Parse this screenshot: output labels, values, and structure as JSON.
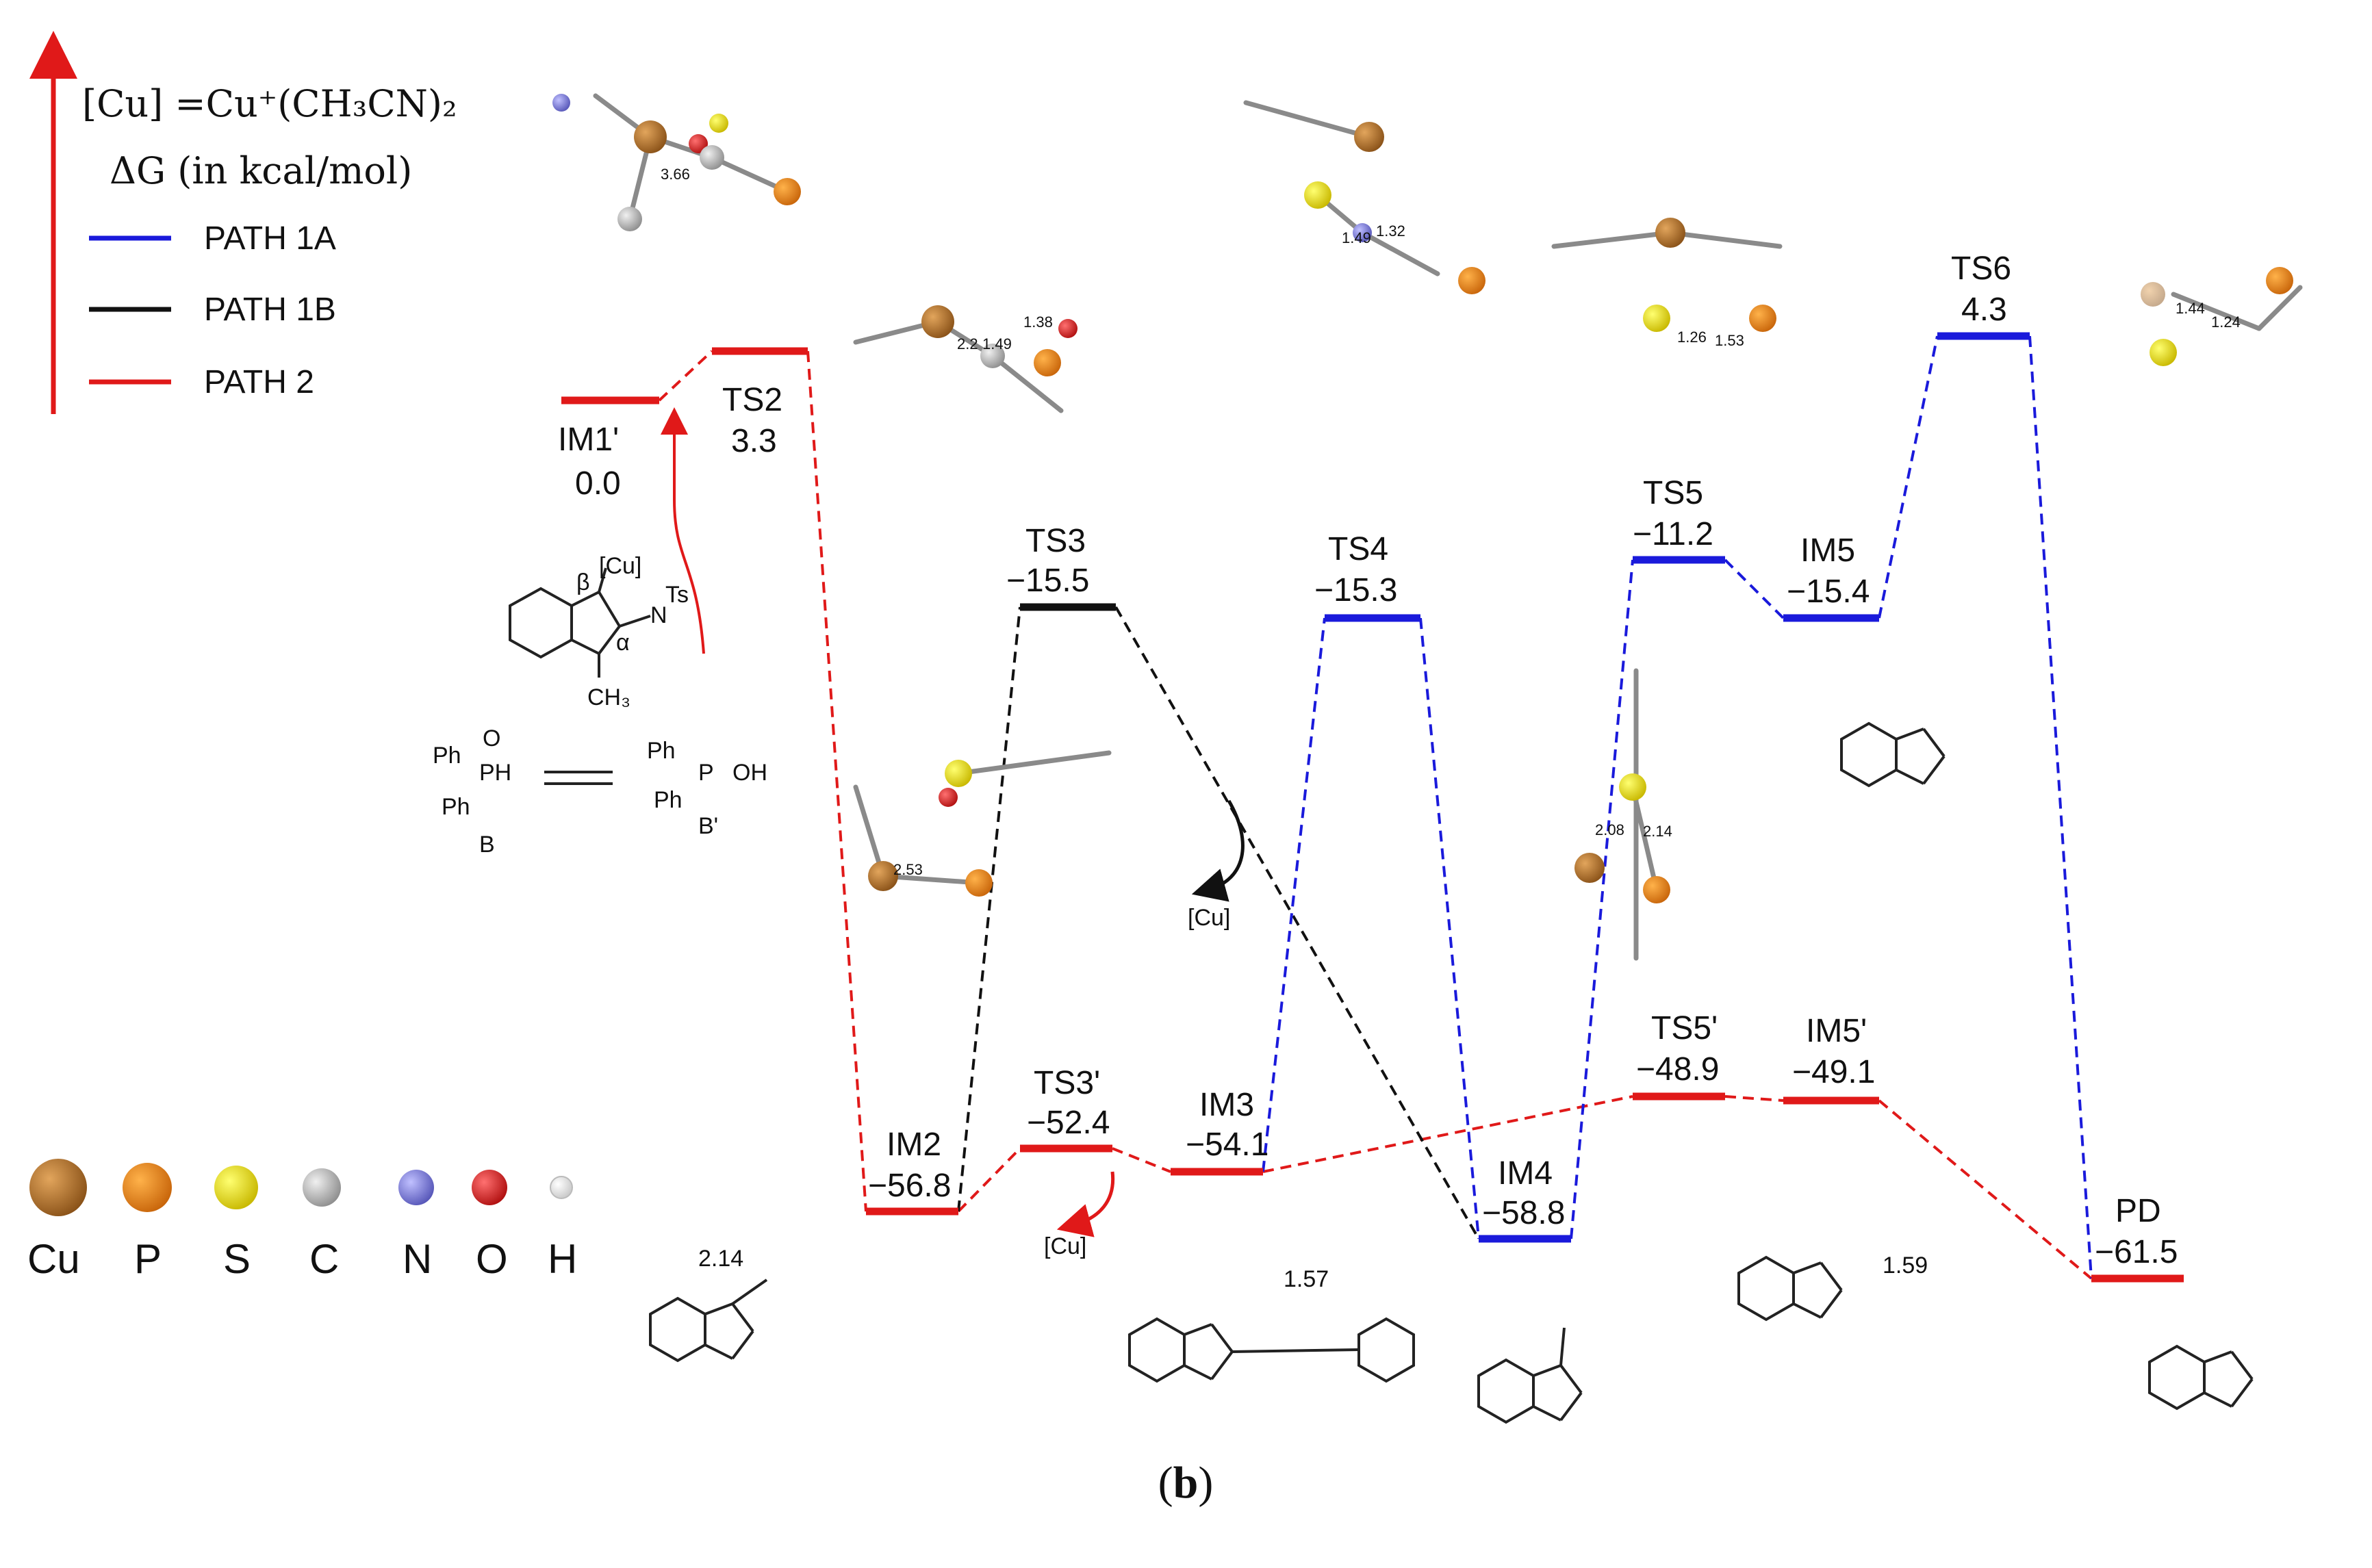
{
  "legend": {
    "cu_definition": "[Cu] =Cu⁺(CH₃CN)₂",
    "energy_unit": "ΔG  (in kcal/mol)",
    "paths": [
      {
        "label": "PATH 1A",
        "color": "#1a1adb"
      },
      {
        "label": "PATH 1B",
        "color": "#111111"
      },
      {
        "label": "PATH 2",
        "color": "#e01919"
      }
    ],
    "axis_color": "#e01919"
  },
  "states": [
    {
      "id": "IM1'",
      "energy": "0.0"
    },
    {
      "id": "TS2",
      "energy": "3.3"
    },
    {
      "id": "IM2",
      "energy": "−56.8"
    },
    {
      "id": "TS3",
      "energy": "−15.5"
    },
    {
      "id": "TS3'",
      "energy": "−52.4"
    },
    {
      "id": "IM3",
      "energy": "−54.1"
    },
    {
      "id": "TS4",
      "energy": "−15.3"
    },
    {
      "id": "IM4",
      "energy": "−58.8"
    },
    {
      "id": "TS5",
      "energy": "−11.2"
    },
    {
      "id": "IM5",
      "energy": "−15.4"
    },
    {
      "id": "TS5'",
      "energy": "−48.9"
    },
    {
      "id": "IM5'",
      "energy": "−49.1"
    },
    {
      "id": "TS6",
      "energy": "4.3"
    },
    {
      "id": "PD",
      "energy": "−61.5"
    }
  ],
  "annotations": {
    "cu_released_1": "[Cu]",
    "cu_released_2": "[Cu]",
    "reagent_b": "B",
    "reagent_b_prime": "B'",
    "reagent_b_ph_top": "Ph",
    "reagent_b_ph_bottom": "Ph",
    "reagent_b_ph": "PH",
    "reagent_b_o": "O",
    "reagent_bp_ph_top": "Ph",
    "reagent_bp_ph_bottom": "Ph",
    "reagent_bp_p": "P",
    "reagent_bp_oh": "OH",
    "substrate_cu": "[Cu]",
    "substrate_beta": "β",
    "substrate_alpha": "α",
    "substrate_n": "N",
    "substrate_ts": "Ts",
    "substrate_ch3": "CH₃",
    "im2_dist": "2.14",
    "im3_dist": "1.57",
    "im5p_dist": "1.59",
    "ts2_dist": "3.66",
    "ts3_dist_a": "1.38",
    "ts3_dist_b": "1.49",
    "ts3_dist_c": "2.2",
    "ts4_dist_a": "1.49",
    "ts4_dist_b": "1.32",
    "ts5_dist_a": "1.26",
    "ts5_dist_b": "1.53",
    "ts6_dist_a": "1.44",
    "ts6_dist_b": "1.24",
    "im2_3d_dist": "2.53",
    "im4_3d_dist_a": "2.08",
    "im4_3d_dist_b": "2.14"
  },
  "atom_legend": [
    {
      "symbol": "Cu",
      "color": "#b5732a"
    },
    {
      "symbol": "P",
      "color": "#e8861a"
    },
    {
      "symbol": "S",
      "color": "#f0e020"
    },
    {
      "symbol": "C",
      "color": "#c4c4c4"
    },
    {
      "symbol": "N",
      "color": "#8c8ce0"
    },
    {
      "symbol": "O",
      "color": "#e02828"
    },
    {
      "symbol": "H",
      "color": "#f2f2f2"
    }
  ],
  "caption": {
    "open": "(",
    "letter": "b",
    "close": ")"
  }
}
